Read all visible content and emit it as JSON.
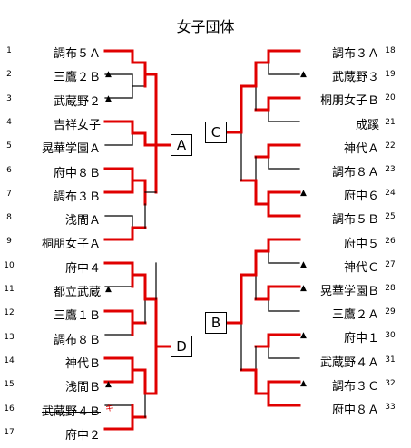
{
  "title": "女子団体",
  "colors": {
    "win": "#e00000",
    "line": "#000000"
  },
  "left_teams": [
    {
      "seed": "1",
      "name": "調布５Ａ",
      "mark": ""
    },
    {
      "seed": "2",
      "name": "三鷹２Ｂ",
      "mark": "▲"
    },
    {
      "seed": "3",
      "name": "武蔵野２",
      "mark": "▲"
    },
    {
      "seed": "4",
      "name": "吉祥女子",
      "mark": ""
    },
    {
      "seed": "5",
      "name": "晃華学園Ａ",
      "mark": ""
    },
    {
      "seed": "6",
      "name": "府中８Ｂ",
      "mark": ""
    },
    {
      "seed": "7",
      "name": "調布３Ｂ",
      "mark": ""
    },
    {
      "seed": "8",
      "name": "浅間Ａ",
      "mark": ""
    },
    {
      "seed": "9",
      "name": "桐朋女子Ａ",
      "mark": ""
    },
    {
      "seed": "10",
      "name": "府中４",
      "mark": ""
    },
    {
      "seed": "11",
      "name": "都立武蔵",
      "mark": "▲"
    },
    {
      "seed": "12",
      "name": "三鷹１Ｂ",
      "mark": ""
    },
    {
      "seed": "13",
      "name": "調布８Ｂ",
      "mark": ""
    },
    {
      "seed": "14",
      "name": "神代Ｂ",
      "mark": ""
    },
    {
      "seed": "15",
      "name": "浅間Ｂ",
      "mark": "▲"
    },
    {
      "seed": "16",
      "name": "武蔵野４Ｂ",
      "mark": "キ"
    },
    {
      "seed": "17",
      "name": "府中２",
      "mark": ""
    }
  ],
  "right_teams": [
    {
      "seed": "18",
      "name": "調布３Ａ",
      "mark": ""
    },
    {
      "seed": "19",
      "name": "武蔵野３",
      "mark": "▲"
    },
    {
      "seed": "20",
      "name": "桐朋女子Ｂ",
      "mark": ""
    },
    {
      "seed": "21",
      "name": "成蹊",
      "mark": ""
    },
    {
      "seed": "22",
      "name": "神代Ａ",
      "mark": ""
    },
    {
      "seed": "23",
      "name": "調布８Ａ",
      "mark": ""
    },
    {
      "seed": "24",
      "name": "府中６",
      "mark": "▲"
    },
    {
      "seed": "25",
      "name": "調布５Ｂ",
      "mark": ""
    },
    {
      "seed": "26",
      "name": "府中５",
      "mark": ""
    },
    {
      "seed": "27",
      "name": "神代Ｃ",
      "mark": "▲"
    },
    {
      "seed": "28",
      "name": "晃華学園Ｂ",
      "mark": "▲"
    },
    {
      "seed": "29",
      "name": "三鷹２Ａ",
      "mark": ""
    },
    {
      "seed": "30",
      "name": "府中１",
      "mark": "▲"
    },
    {
      "seed": "31",
      "name": "武蔵野４Ａ",
      "mark": ""
    },
    {
      "seed": "32",
      "name": "調布３Ｃ",
      "mark": "▲"
    },
    {
      "seed": "33",
      "name": "府中８Ａ",
      "mark": ""
    }
  ],
  "blocks": {
    "a": "A",
    "b": "B",
    "c": "C",
    "d": "D"
  }
}
